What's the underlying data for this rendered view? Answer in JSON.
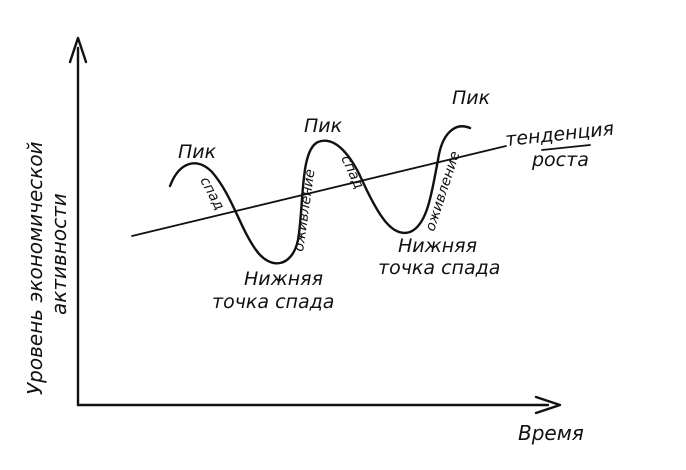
{
  "axes": {
    "y_label_line1": "Уровень экономической",
    "y_label_line2": "активности",
    "x_label": "Время"
  },
  "labels": {
    "peak1": "Пик",
    "peak2": "Пик",
    "peak3": "Пик",
    "decline1": "спад",
    "decline2": "спад",
    "revival1": "оживление",
    "revival2": "оживление",
    "trough1_line1": "Нижняя",
    "trough1_line2": "точка спада",
    "trough2_line1": "Нижняя",
    "trough2_line2": "точка спада",
    "trend_line1": "тенденция",
    "trend_line2": "роста"
  }
}
